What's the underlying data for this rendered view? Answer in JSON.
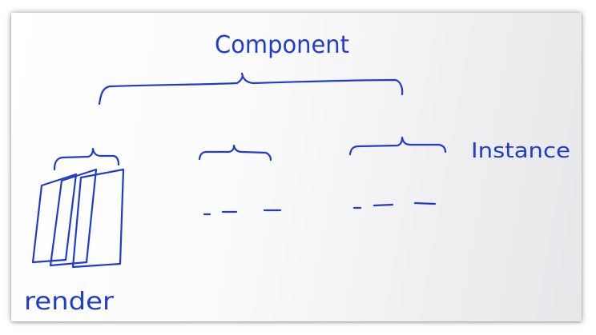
{
  "diagram": {
    "ink_color": "#1f3dcc",
    "labels": {
      "root": "Component",
      "right": "Instance",
      "bottom_left": "render"
    }
  }
}
